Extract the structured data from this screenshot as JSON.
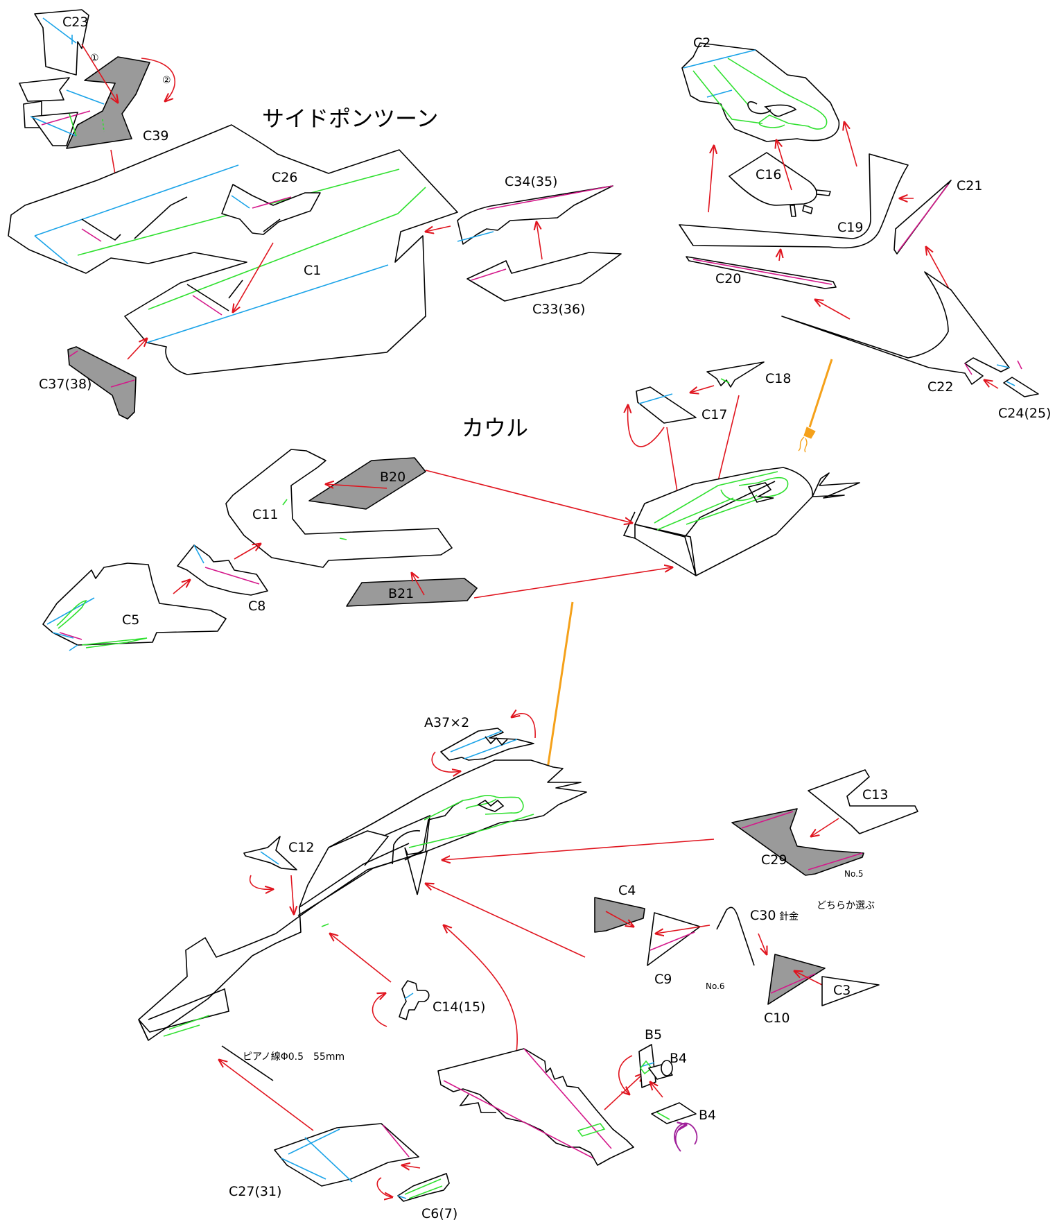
{
  "sections": {
    "side_pontoon": "サイドポンツーン",
    "cowl": "カウル"
  },
  "parts": {
    "c23": "C23",
    "c39": "C39",
    "step1": "①",
    "step2": "②",
    "c26": "C26",
    "c1": "C1",
    "c37": "C37(38)",
    "c34": "C34(35)",
    "c33": "C33(36)",
    "c2": "C2",
    "c16": "C16",
    "c19": "C19",
    "c20": "C20",
    "c21": "C21",
    "c22": "C22",
    "c24": "C24(25)",
    "c18": "C18",
    "c17": "C17",
    "b20": "B20",
    "c11": "C11",
    "b21": "B21",
    "c8": "C8",
    "c5": "C5",
    "a37": "A37×2",
    "c12": "C12",
    "c13": "C13",
    "c29": "C29",
    "no5": "No.5",
    "choose": "どちらか選ぶ",
    "c4": "C4",
    "c30": "C30",
    "wire": "針金",
    "c9": "C9",
    "no6": "No.6",
    "c10": "C10",
    "c3": "C3",
    "c14": "C14(15)",
    "b5": "B5",
    "b4a": "B4",
    "b4b": "B4",
    "piano": "ピアノ線Φ0.5　55mm",
    "c27": "C27(31)",
    "c6": "C6(7)"
  },
  "colors": {
    "fold_valley": "#1aa3e8",
    "fold_mountain": "#d4178a",
    "glue_line": "#2fe02f",
    "arrow": "#e0141e",
    "gray_part": "#9a9a9a",
    "glue_hand": "#f5a11a",
    "rotate": "#a0209a"
  }
}
